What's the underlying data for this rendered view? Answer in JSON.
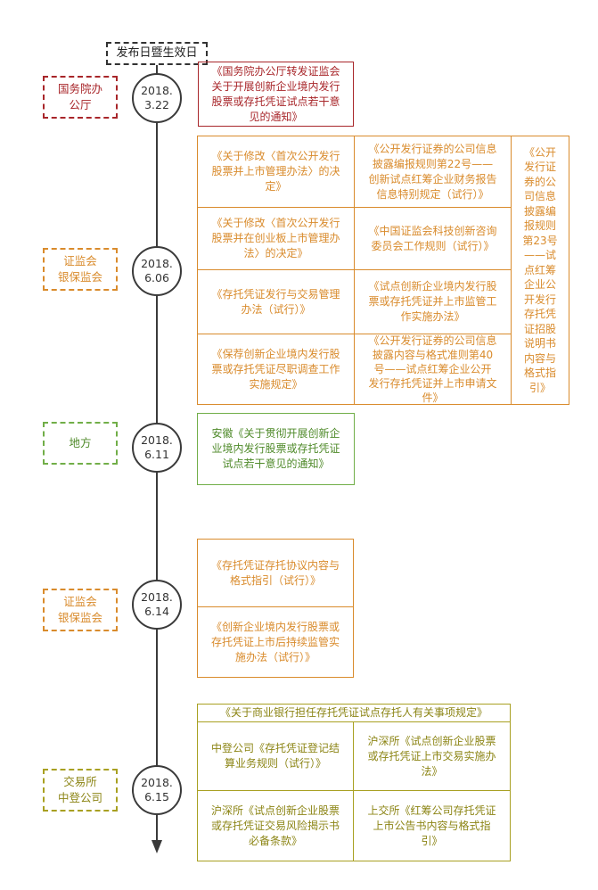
{
  "header": {
    "label": "发布日暨生效日"
  },
  "colors": {
    "red": "#a8262a",
    "orange": "#d98b2c",
    "green": "#71ae48",
    "olive": "#a8a021",
    "line": "#3a3a3a"
  },
  "entries": [
    {
      "date": "2018.\n3.22",
      "issuer": "国务院办\n公厅",
      "docs": [
        "《国务院办公厅转发证监会\n关于开展创新企业境内发行\n股票或存托凭证试点若干意\n见的通知》"
      ]
    },
    {
      "date": "2018.\n6.06",
      "issuer": "证监会\n银保监会",
      "docs": [
        "《关于修改〈首次公开发行\n股票并上市管理办法〉的决\n定》",
        "《公开发行证券的公司信息\n披露编报规则第22号——\n创新试点红筹企业财务报告\n信息特别规定（试行）》",
        "《关于修改〈首次公开发行\n股票并在创业板上市管理办\n法〉的决定》",
        "《中国证监会科技创新咨询\n委员会工作规则（试行）》",
        "《存托凭证发行与交易管理\n办法（试行）》",
        "《试点创新企业境内发行股\n票或存托凭证并上市监管工\n作实施办法》",
        "《保荐创新企业境内发行股\n票或存托凭证尽职调查工作\n实施规定》",
        "《公开发行证券的公司信息\n披露内容与格式准则第40\n号——试点红筹企业公开\n发行存托凭证并上市申请文\n件》",
        "《公开\n发行证\n券的公\n司信息\n披露编\n报规则\n第23号\n——试\n点红筹\n企业公\n开发行\n存托凭\n证招股\n说明书\n内容与\n格式指\n引》"
      ]
    },
    {
      "date": "2018.\n6.11",
      "issuer": "地方",
      "docs": [
        "安徽《关于贯彻开展创新企\n业境内发行股票或存托凭证\n试点若干意见的通知》"
      ]
    },
    {
      "date": "2018.\n6.14",
      "issuer": "证监会\n银保监会",
      "docs": [
        "《存托凭证存托协议内容与\n格式指引（试行）》",
        "《创新企业境内发行股票或\n存托凭证上市后持续监管实\n施办法（试行）》"
      ]
    },
    {
      "date": "2018.\n6.15",
      "issuer": "交易所\n中登公司",
      "docs": [
        "《关于商业银行担任存托凭证试点存托人有关事项规定》",
        "中登公司《存托凭证登记结\n算业务规则（试行）》",
        "沪深所《试点创新企业股票\n或存托凭证上市交易实施办\n法》",
        "沪深所《试点创新企业股票\n或存托凭证交易风险揭示书\n必备条款》",
        "上交所《红筹公司存托凭证\n上市公告书内容与格式指\n引》"
      ]
    }
  ]
}
